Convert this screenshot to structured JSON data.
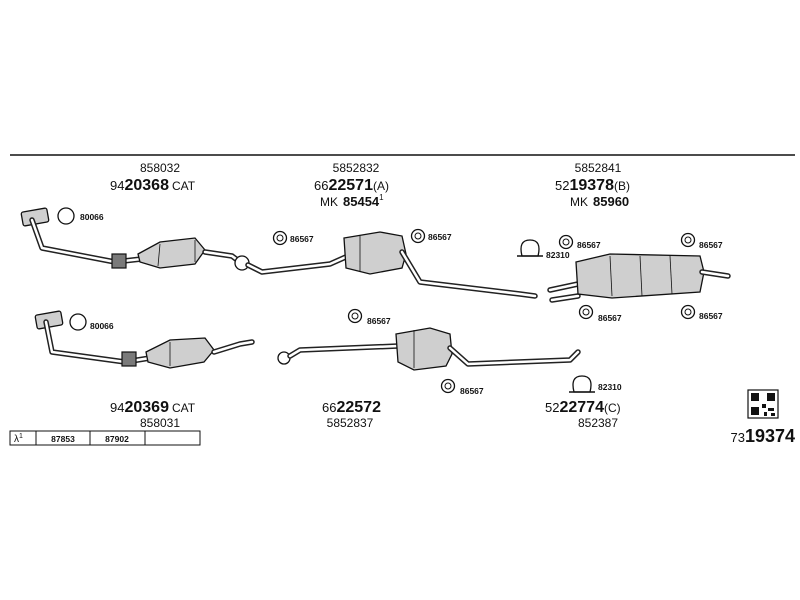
{
  "top_row": [
    {
      "ref": "858032",
      "prefix": "94",
      "bold": "20368",
      "suffix": "CAT"
    },
    {
      "ref": "5852832",
      "prefix": "66",
      "bold": "22571",
      "suffix": "(A)",
      "mk_label": "MK",
      "mk_num": "85454",
      "mk_sup": "1"
    },
    {
      "ref": "5852841",
      "prefix": "52",
      "bold": "19378",
      "suffix": "(B)",
      "mk_label": "MK",
      "mk_num": "85960"
    }
  ],
  "bottom_row": [
    {
      "ref": "858031",
      "prefix": "94",
      "bold": "20369",
      "suffix": "CAT"
    },
    {
      "ref": "5852837",
      "prefix": "66",
      "bold": "22572",
      "suffix": ""
    },
    {
      "ref": "852387",
      "prefix": "52",
      "bold": "22774",
      "suffix": "(C)"
    }
  ],
  "part_labels": {
    "p1": "80066",
    "p2": "86567",
    "p3": "86567",
    "p4": "82310",
    "p5": "86567",
    "p6": "86567",
    "p7": "86567",
    "p8": "86567",
    "p9": "80066",
    "p10": "86567",
    "p11": "86567",
    "p12": "82310"
  },
  "footer": {
    "lambda": "λ",
    "lambda_sup": "1",
    "cells": [
      "87853",
      "87902"
    ],
    "id_prefix": "73",
    "id_bold": "19374"
  }
}
